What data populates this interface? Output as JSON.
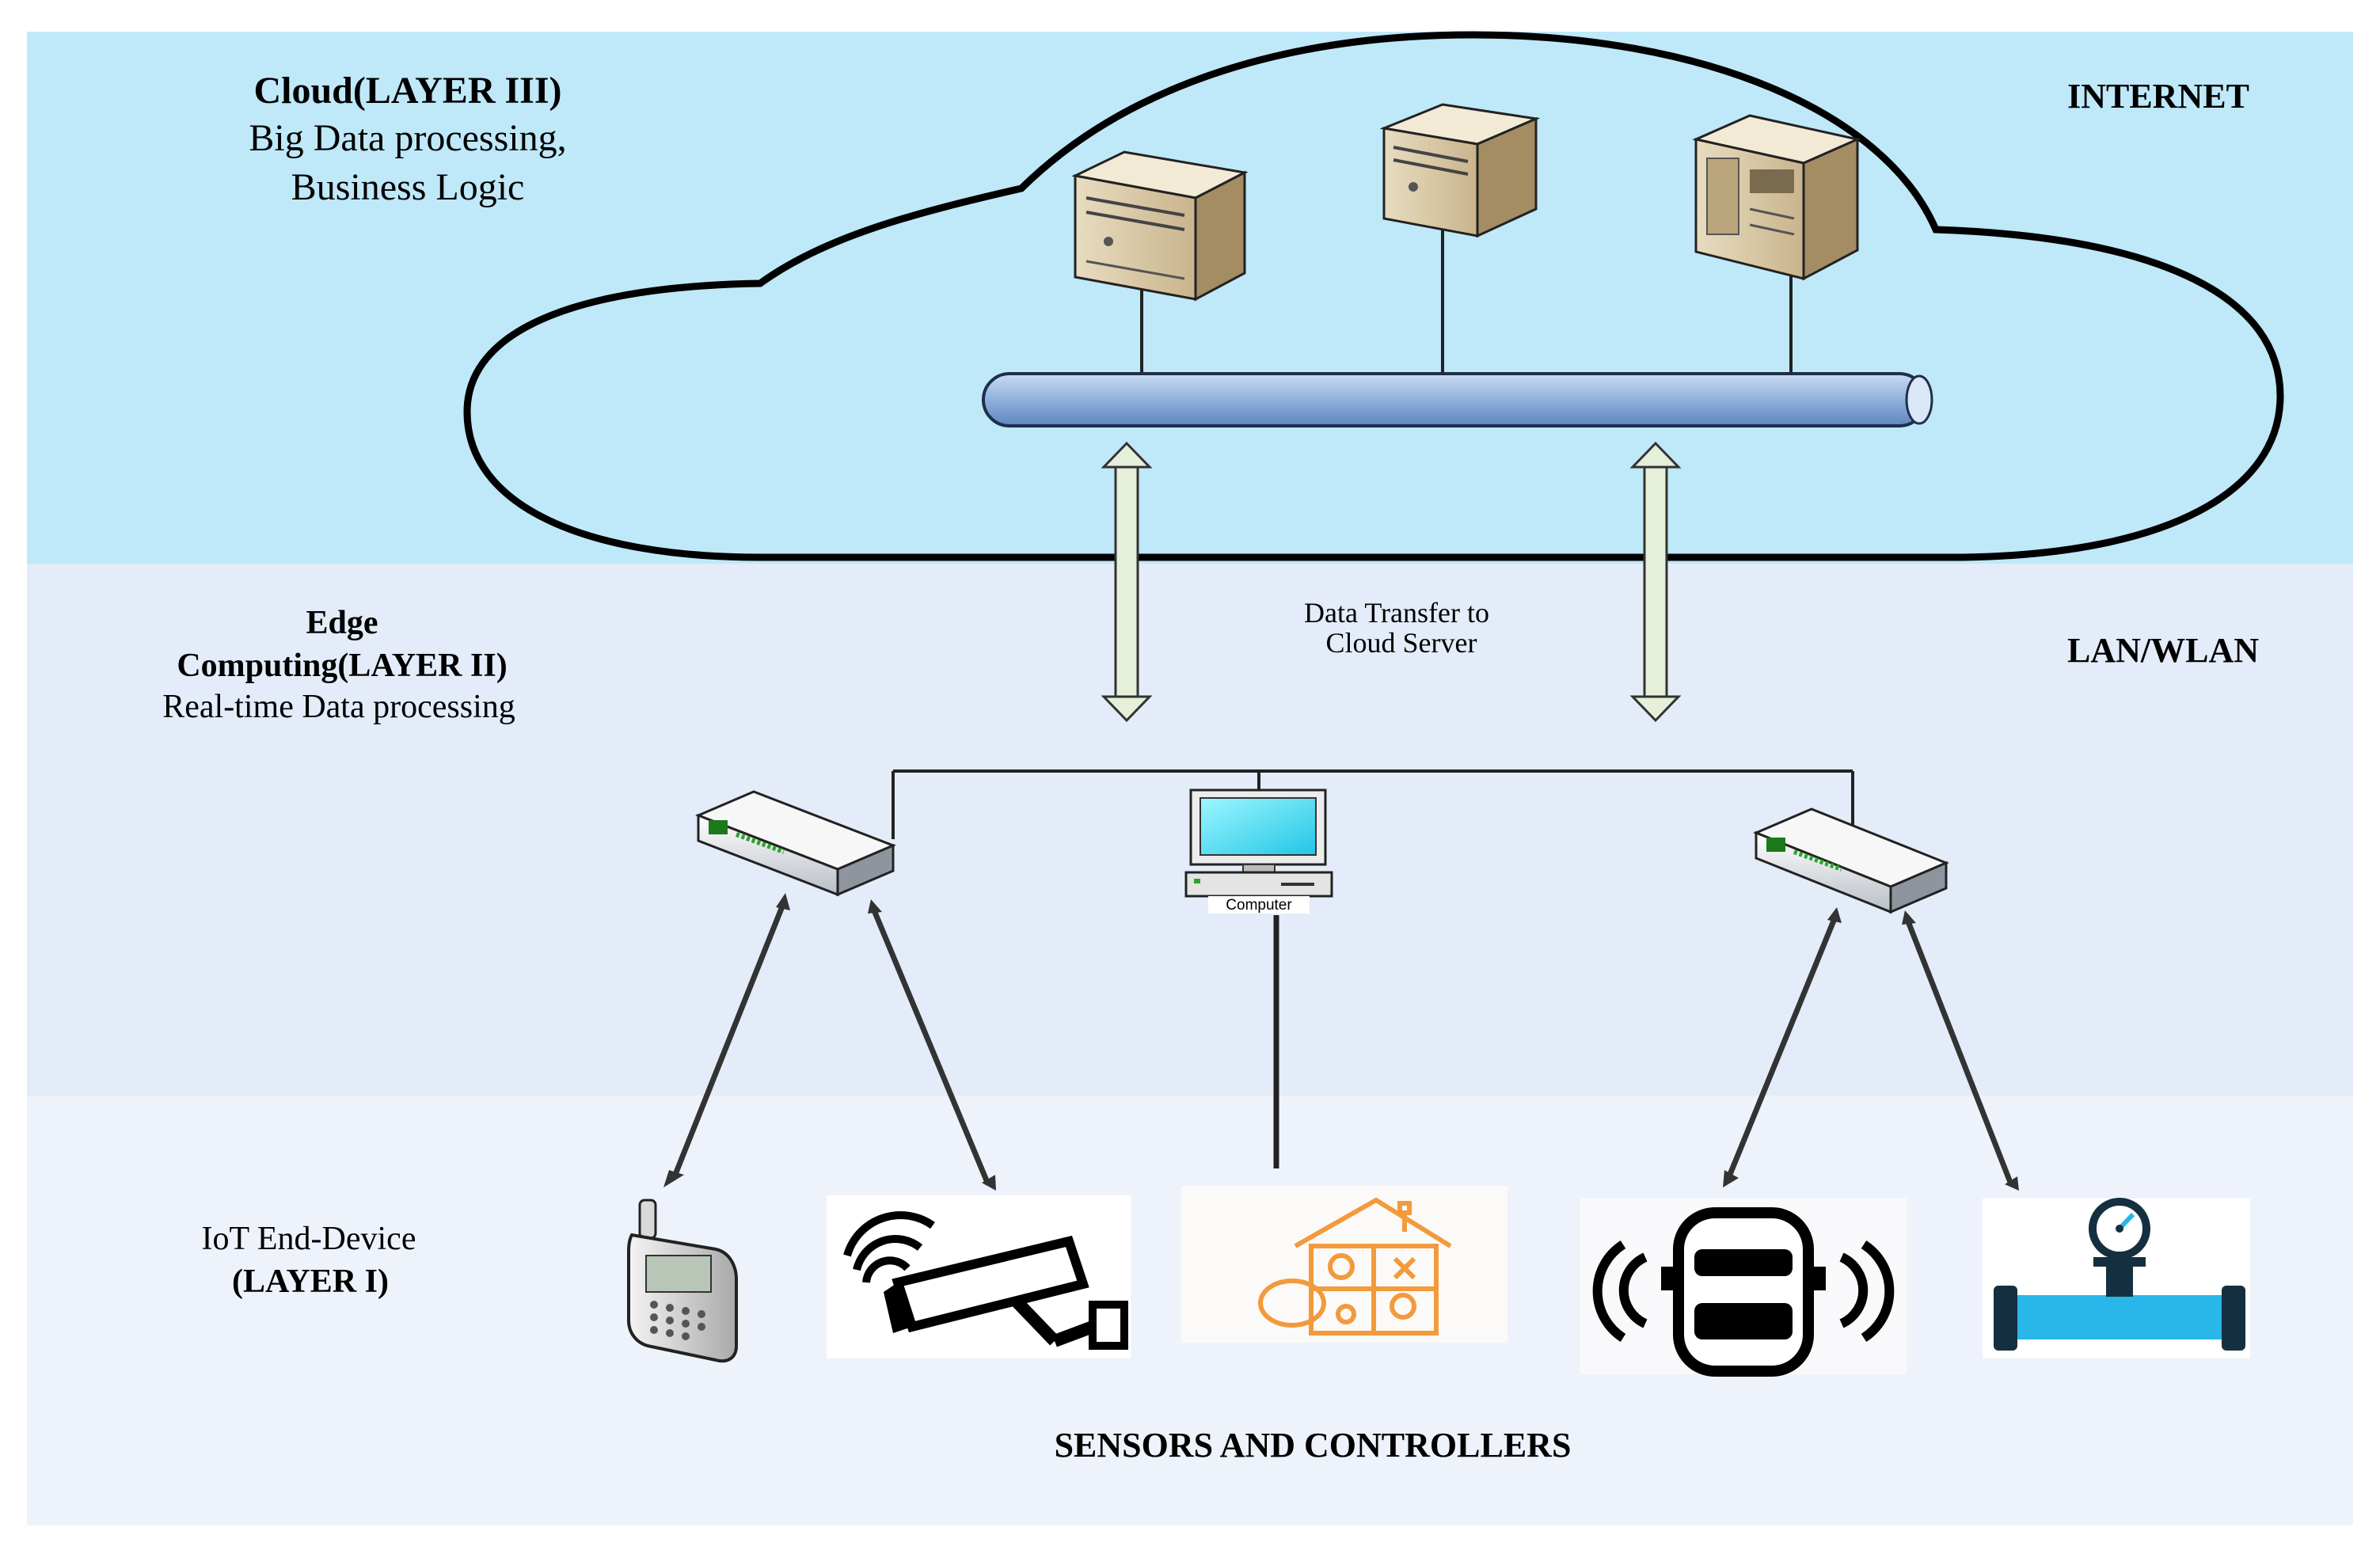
{
  "layers": {
    "cloud": {
      "title": "Cloud(LAYER III)",
      "line1": "Big Data processing,",
      "line2": "Business Logic",
      "network": "INTERNET"
    },
    "edge": {
      "title1": "Edge",
      "title2": "Computing(LAYER II)",
      "subtitle": "Real-time Data processing",
      "network": "LAN/WLAN"
    },
    "iot": {
      "title1": "IoT End-Device",
      "title2": "(LAYER I)",
      "footer": "SENSORS AND CONTROLLERS"
    }
  },
  "labels": {
    "transfer1": "Data Transfer to",
    "transfer2": "Cloud Server",
    "computer": "Computer"
  },
  "colors": {
    "cloud_band": "#bfe8f8",
    "edge_band": "#e3ecf8",
    "iot_band": "#eef3fb",
    "icon_orange": "#f39a3c",
    "pipe_blue": "#29b6e8",
    "bus_blue": "#8fb1dc"
  },
  "icons": [
    "server-icon",
    "server-icon",
    "server-icon",
    "router-icon",
    "computer-icon",
    "router-icon",
    "mobile-phone-icon",
    "cctv-camera-icon",
    "smart-home-icon",
    "connected-car-icon",
    "pressure-gauge-icon"
  ]
}
